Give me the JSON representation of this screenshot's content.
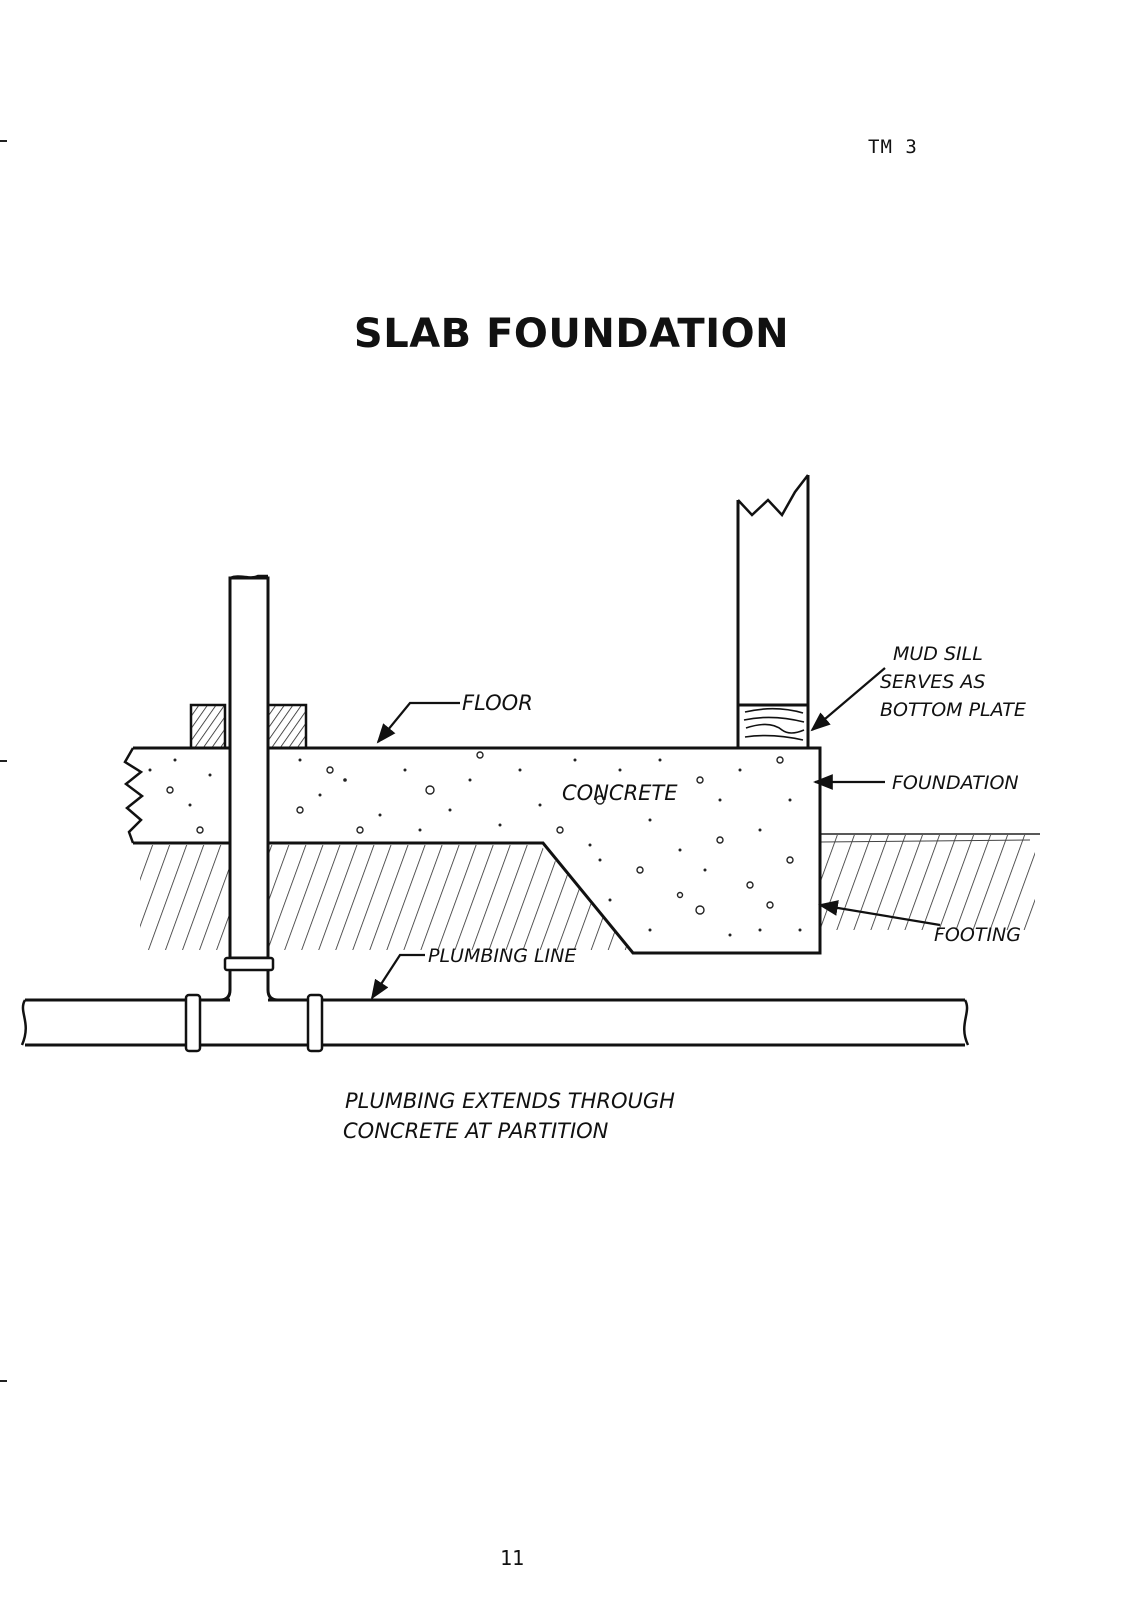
{
  "page": {
    "id_label": "TM 3",
    "title": "SLAB FOUNDATION",
    "page_number": "11"
  },
  "diagram": {
    "labels": {
      "floor": "FLOOR",
      "concrete": "CONCRETE",
      "mud_sill_line1": "MUD SILL",
      "mud_sill_line2": "SERVES AS",
      "mud_sill_line3": "BOTTOM PLATE",
      "foundation": "FOUNDATION",
      "footing": "FOOTING",
      "plumbing_line": "PLUMBING LINE"
    },
    "caption_line1": "PLUMBING EXTENDS THROUGH",
    "caption_line2": "CONCRETE AT PARTITION"
  }
}
